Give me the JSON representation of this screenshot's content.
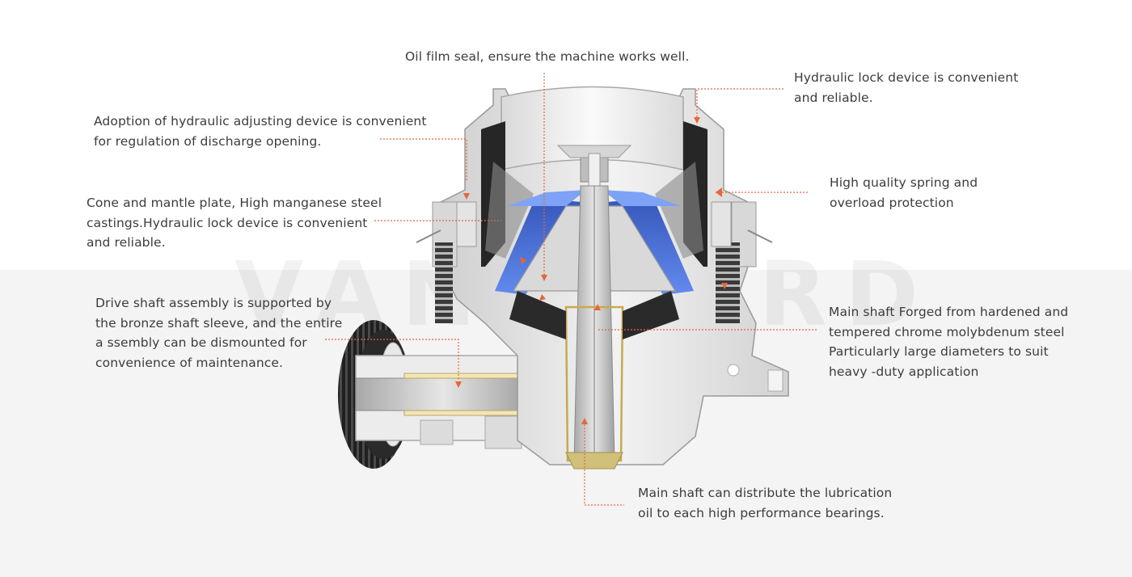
{
  "watermark": "VANGUARD",
  "callouts": {
    "oil_seal": {
      "lines": [
        "Oil film seal, ensure the machine works well."
      ]
    },
    "hydraulic_lock": {
      "lines": [
        "Hydraulic lock device is convenient",
        "and reliable."
      ]
    },
    "hydraulic_adjust": {
      "lines": [
        "Adoption of hydraulic adjusting device is convenient",
        "for regulation of discharge opening."
      ]
    },
    "spring": {
      "lines": [
        "High quality spring and",
        "overload protection"
      ]
    },
    "cone_mantle": {
      "lines": [
        "Cone and mantle plate, High manganese steel",
        "castings.Hydraulic lock device is convenient",
        "and reliable."
      ]
    },
    "drive_shaft": {
      "lines": [
        "Drive shaft assembly is supported by",
        "the bronze shaft sleeve, and the entire",
        "a ssembly can be dismounted for",
        "convenience of maintenance."
      ]
    },
    "main_shaft_forged": {
      "lines": [
        "Main shaft Forged from hardened and",
        "tempered chrome molybdenum steel",
        "Particularly large diameters to suit",
        "heavy -duty application"
      ]
    },
    "main_shaft_lube": {
      "lines": [
        "Main shaft can distribute the lubrication",
        "oil to each high performance bearings."
      ]
    }
  },
  "colors": {
    "leader": "#e8663a",
    "liner": "#3e64d8",
    "body": "#e2e2e2",
    "text": "#3c3c3c"
  }
}
